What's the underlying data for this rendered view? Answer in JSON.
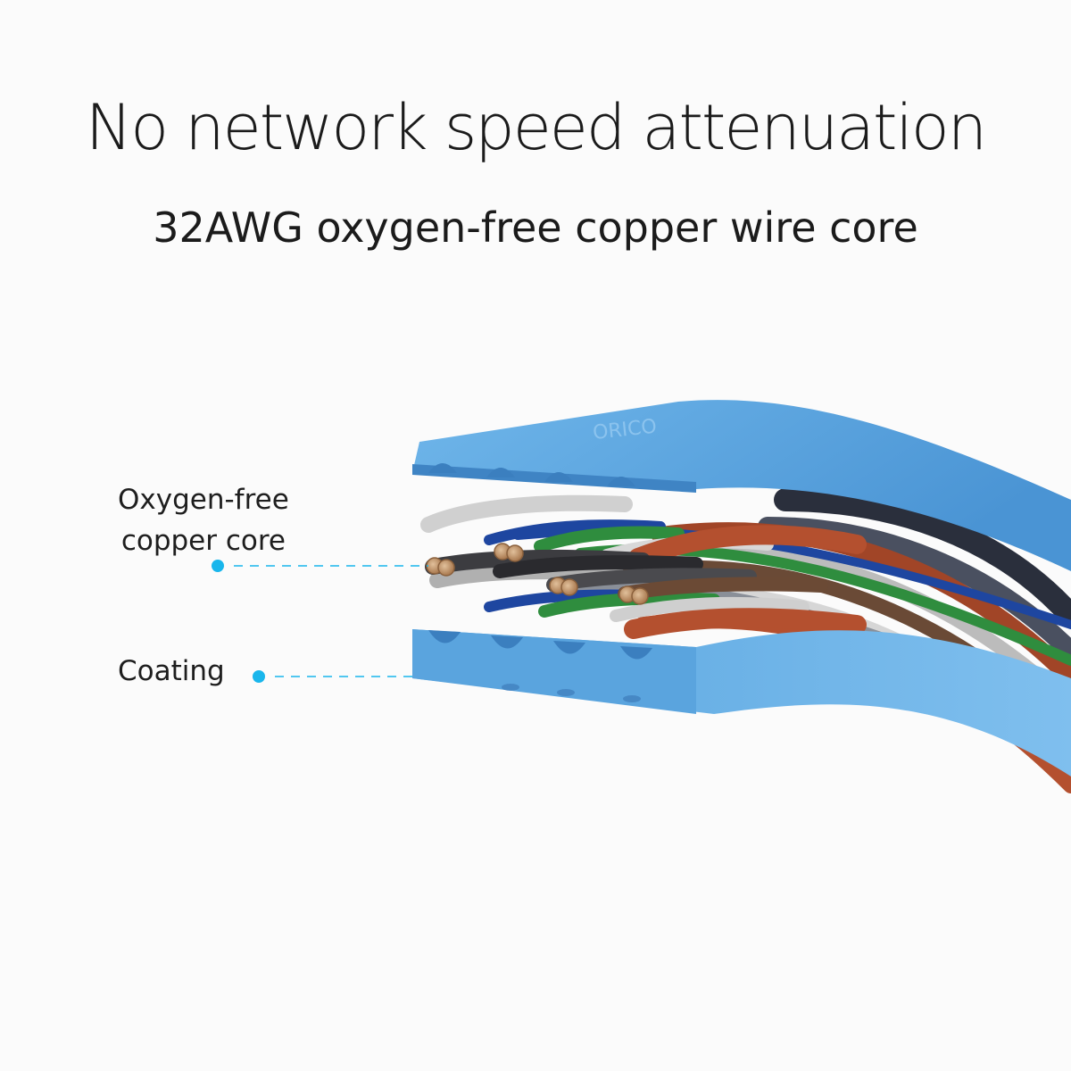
{
  "header": {
    "title": "No network speed attenuation",
    "subtitle": "32AWG oxygen-free copper wire core"
  },
  "callouts": {
    "core": {
      "line1": "Oxygen-free",
      "line2": "copper core"
    },
    "coating": {
      "label": "Coating"
    }
  },
  "colors": {
    "background": "#fbfbfb",
    "cable_blue": "#5ba8e0",
    "callout_cyan": "#19b6ec",
    "copper": "#c29a6e",
    "wire_red": "#b4502f",
    "wire_green": "#2f8d3e",
    "wire_navy": "#1e46a0",
    "wire_brown": "#6b4a35",
    "wire_grey": "#b8b8b8"
  },
  "icons": {
    "core_marker": "dot-icon",
    "coating_marker": "dot-icon"
  }
}
